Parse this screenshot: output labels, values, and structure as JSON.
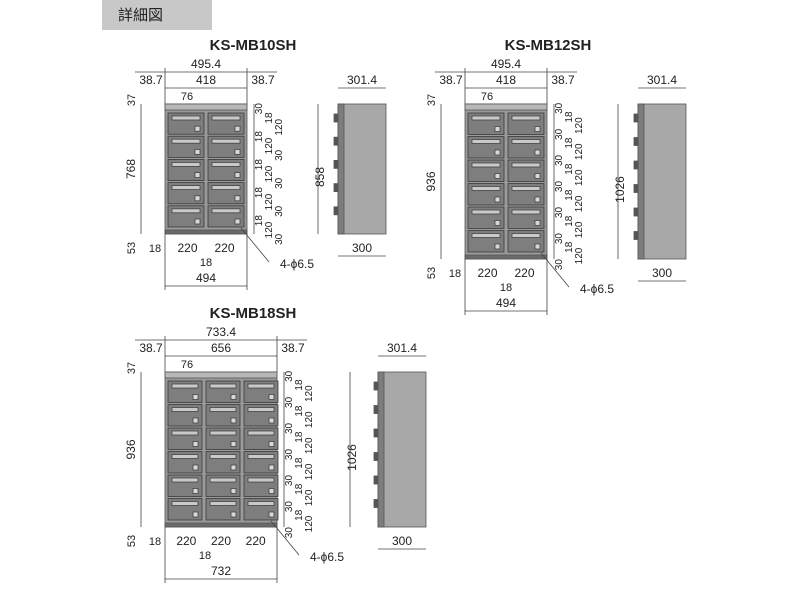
{
  "header": {
    "tab_label": "詳細図"
  },
  "models": [
    {
      "title": "KS-MB10SH",
      "dims": {
        "overall_width": "495.4",
        "inner_width": "418",
        "side_left": "38.7",
        "side_right": "38.7",
        "depth_top": "301.4",
        "top_margin": "37",
        "slot_width": "76",
        "inner_height": "768",
        "overall_height": "858",
        "bottom_margin": "53",
        "base_side": "18",
        "col_width": "220",
        "col_gap": "18",
        "base_width": "494",
        "hole": "4-ϕ6.5",
        "depth": "300",
        "right_stack": [
          "30",
          "18",
          "120",
          "18",
          "120",
          "30",
          "18",
          "120",
          "30",
          "18",
          "120",
          "30",
          "18",
          "120",
          "30"
        ]
      }
    },
    {
      "title": "KS-MB12SH",
      "dims": {
        "overall_width": "495.4",
        "inner_width": "418",
        "side_left": "38.7",
        "side_right": "38.7",
        "depth_top": "301.4",
        "top_margin": "37",
        "slot_width": "76",
        "inner_height": "936",
        "overall_height": "1026",
        "bottom_margin": "53",
        "base_side": "18",
        "col_width": "220",
        "col_gap": "18",
        "base_width": "494",
        "hole": "4-ϕ6.5",
        "depth": "300",
        "right_stack": [
          "30",
          "18",
          "120",
          "30",
          "18",
          "120",
          "30",
          "18",
          "120",
          "30",
          "18",
          "120",
          "30",
          "18",
          "120",
          "30",
          "18",
          "120",
          "30"
        ]
      }
    },
    {
      "title": "KS-MB18SH",
      "dims": {
        "overall_width": "733.4",
        "inner_width": "656",
        "side_left": "38.7",
        "side_right": "38.7",
        "depth_top": "301.4",
        "top_margin": "37",
        "slot_width": "76",
        "inner_height": "936",
        "overall_height": "1026",
        "bottom_margin": "53",
        "base_side": "18",
        "col_width": "220",
        "col_gap": "18",
        "base_width": "732",
        "hole": "4-ϕ6.5",
        "depth": "300",
        "right_stack": [
          "30",
          "18",
          "120",
          "30",
          "18",
          "120",
          "30",
          "18",
          "120",
          "30",
          "18",
          "120",
          "30",
          "18",
          "120",
          "30",
          "18",
          "120",
          "30"
        ]
      }
    }
  ]
}
